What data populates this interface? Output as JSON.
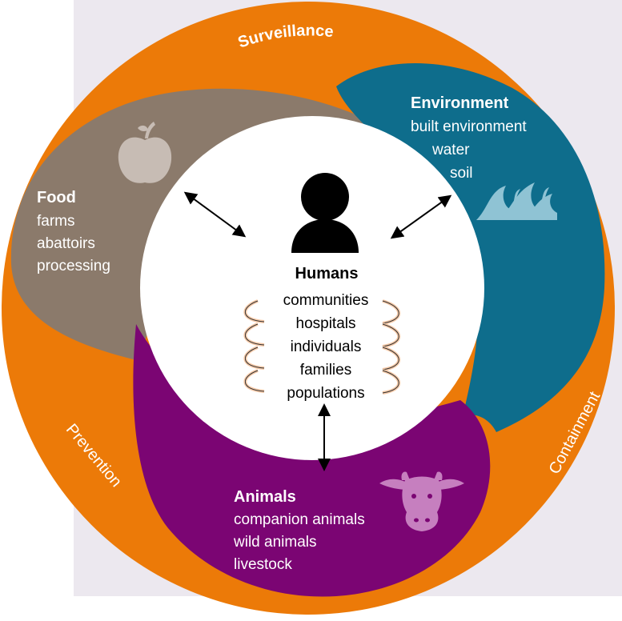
{
  "colors": {
    "background_panel": "#ece8ef",
    "outer_ring": "#ec7a08",
    "environment": "#0e6d8c",
    "food": "#8b7a6b",
    "animals": "#7b0573",
    "humans_center": "#ffffff",
    "ring_text": "#ffffff",
    "label_text": "#ffffff",
    "humans_text": "#000000",
    "loop_arrow": "#f6c9a7",
    "icon_food": "#c7bcb4",
    "icon_env": "#8fc3d4",
    "icon_animal": "#c67fbf"
  },
  "ring_labels": {
    "surveillance": "Surveillance",
    "containment": "Containment",
    "prevention": "Prevention"
  },
  "food": {
    "title": "Food",
    "items": [
      "farms",
      "abattoirs",
      "processing"
    ],
    "icon": "apple-icon"
  },
  "environment": {
    "title": "Environment",
    "items": [
      "built environment",
      "water",
      "soil"
    ],
    "icon": "waves-icon"
  },
  "animals": {
    "title": "Animals",
    "items": [
      "companion animals",
      "wild animals",
      "livestock"
    ],
    "icon": "cow-icon"
  },
  "humans": {
    "title": "Humans",
    "items": [
      "communities",
      "hospitals",
      "individuals",
      "families",
      "populations"
    ],
    "icon": "person-icon"
  }
}
